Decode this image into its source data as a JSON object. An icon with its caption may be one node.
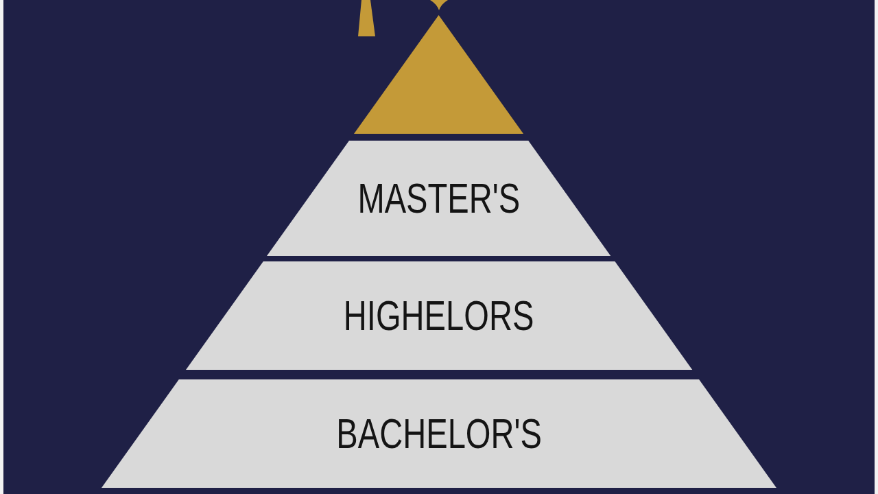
{
  "diagram": {
    "nodes": [
      {
        "text": [],
        "shape": "triangle"
      },
      {
        "text": [
          "MASTER'S"
        ]
      },
      {
        "text": [
          "HIGHELORS"
        ]
      },
      {
        "text": [
          "BACHELOR'S"
        ]
      }
    ]
  }
}
